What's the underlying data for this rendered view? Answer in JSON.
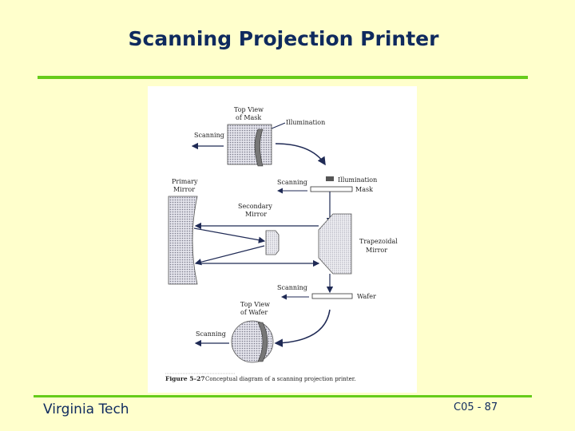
{
  "slide": {
    "title": "Scanning Projection Printer",
    "footer_left": "Virginia Tech",
    "footer_right": "C05 - 87"
  },
  "figure": {
    "labels": {
      "top_view_mask_1": "Top View",
      "top_view_mask_2": "of Mask",
      "illumination_top": "Illumination",
      "scanning_1": "Scanning",
      "scanning_2": "Scanning",
      "illumination_2": "Illumination",
      "mask": "Mask",
      "primary_mirror_1": "Primary",
      "primary_mirror_2": "Mirror",
      "secondary_mirror_1": "Secondary",
      "secondary_mirror_2": "Mirror",
      "trapezoidal_mirror_1": "Trapezoidal",
      "trapezoidal_mirror_2": "Mirror",
      "scanning_3": "Scanning",
      "wafer": "Wafer",
      "top_view_wafer_1": "Top View",
      "top_view_wafer_2": "of Wafer",
      "scanning_4": "Scanning"
    },
    "caption_number": "Figure 5–27",
    "caption_text": "Conceptual diagram of a scanning projection printer."
  },
  "colors": {
    "background": "#ffffcc",
    "title": "#0f2a5e",
    "rule": "#66cc1a",
    "ink": "#1f2a55"
  }
}
